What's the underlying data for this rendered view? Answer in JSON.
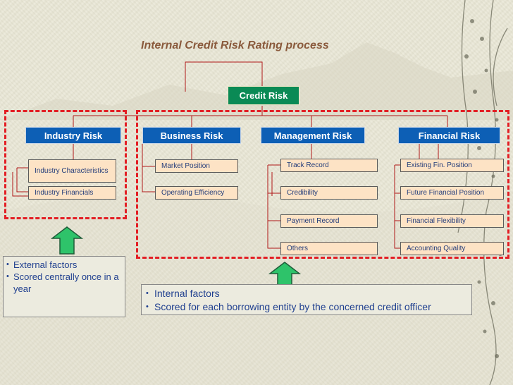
{
  "title": "Internal Credit Risk Rating process",
  "root": "Credit Risk",
  "categories": [
    {
      "label": "Industry Risk",
      "items": [
        "Industry Characteristics",
        "Industry Financials"
      ]
    },
    {
      "label": "Business Risk",
      "items": [
        "Market Position",
        "Operating Efficiency"
      ]
    },
    {
      "label": "Management Risk",
      "items": [
        "Track Record",
        "Credibility",
        "Payment Record",
        "Others"
      ]
    },
    {
      "label": "Financial Risk",
      "items": [
        "Existing Fin. Position",
        "Future Financial Position",
        "Financial Flexibility",
        "Accounting Quality"
      ]
    }
  ],
  "notes": {
    "external": [
      "External factors",
      "Scored centrally once in a year"
    ],
    "internal": [
      "Internal factors",
      "Scored for each borrowing entity by the concerned credit officer"
    ]
  },
  "colors": {
    "category_box": "#0d5fb5",
    "root_box": "#0a8a55",
    "item_box": "#fde3c5",
    "dashed_border": "#e31e24",
    "arrow": "#2ec36a"
  }
}
